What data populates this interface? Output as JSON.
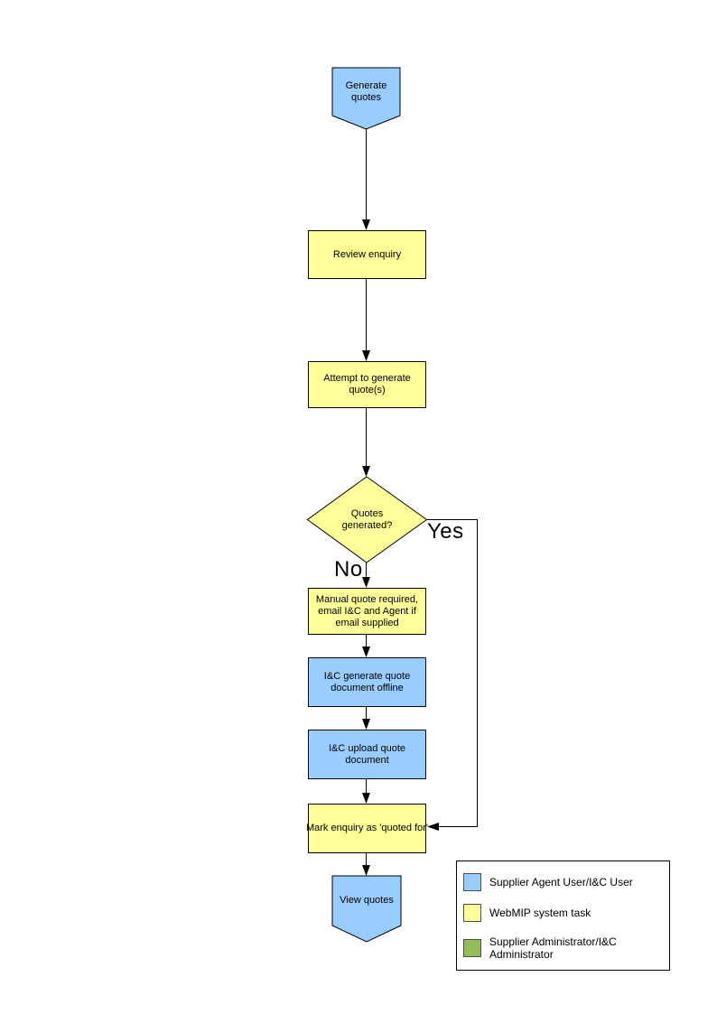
{
  "colors": {
    "actor_blue": "#99CCFF",
    "system_yellow": "#FFFF99",
    "admin_green": "#95BD56",
    "line": "#000000"
  },
  "nodes": {
    "start": {
      "label": "Generate quotes"
    },
    "review": {
      "label": "Review enquiry"
    },
    "attempt": {
      "label": "Attempt to generate quote(s)"
    },
    "decision": {
      "label": "Quotes generated?"
    },
    "manual": {
      "label": "Manual quote required, email I&C and Agent if email supplied"
    },
    "offline": {
      "label": "I&C generate quote document offline"
    },
    "upload": {
      "label": "I&C upload quote document"
    },
    "mark": {
      "label": "Mark enquiry as 'quoted for'"
    },
    "end": {
      "label": "View quotes"
    }
  },
  "branches": {
    "yes": "Yes",
    "no": "No"
  },
  "legend": {
    "items": [
      {
        "label": "Supplier Agent User/I&C User"
      },
      {
        "label": "WebMIP system task"
      },
      {
        "label": "Supplier Administrator/I&C Administrator"
      }
    ]
  }
}
